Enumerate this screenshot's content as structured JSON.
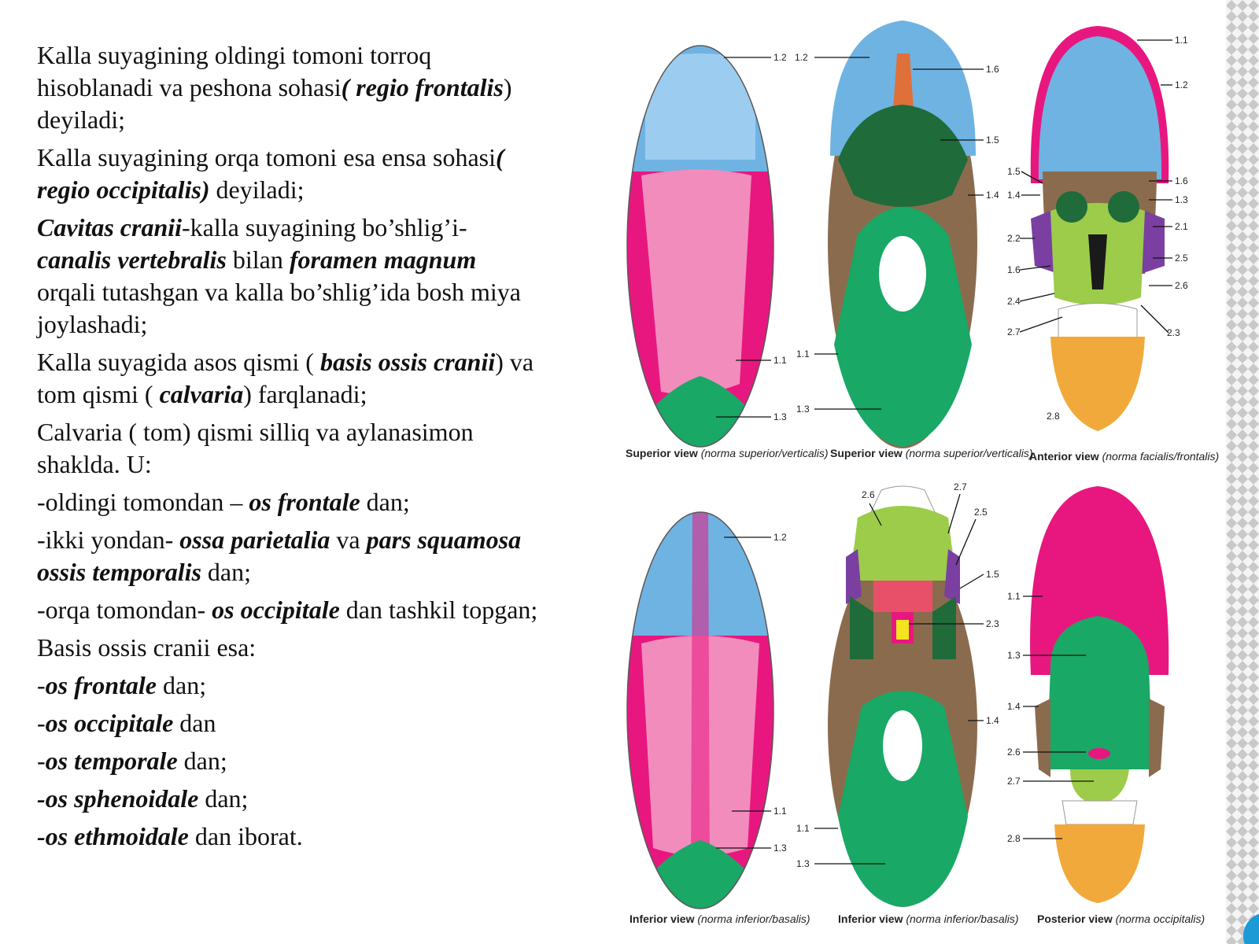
{
  "paragraphs": [
    [
      {
        "t": "Kalla suyagining oldingi tomoni torroq hisoblanadi va peshona sohasi"
      },
      {
        "t": "( regio frontalis",
        "b": true
      },
      {
        "t": ") deyiladi;"
      }
    ],
    [
      {
        "t": "Kalla suyagining orqa tomoni esa ensa sohasi"
      },
      {
        "t": "( regio occipitalis)",
        "b": true
      },
      {
        "t": " deyiladi;"
      }
    ],
    [
      {
        "t": "Cavitas cranii",
        "b": true
      },
      {
        "t": "-kalla suyagining bo’shlig’i- "
      },
      {
        "t": "canalis vertebralis",
        "b": true
      },
      {
        "t": " bilan "
      },
      {
        "t": "foramen magnum",
        "b": true
      },
      {
        "t": " orqali tutashgan va kalla bo’shlig’ida bosh miya joylashadi;"
      }
    ],
    [
      {
        "t": "Kalla suyagida asos qismi ( "
      },
      {
        "t": "basis ossis cranii",
        "b": true
      },
      {
        "t": ") va tom qismi ( "
      },
      {
        "t": "calvaria",
        "b": true
      },
      {
        "t": ") farqlanadi;"
      }
    ],
    [
      {
        "t": "Calvaria ( tom) qismi silliq va aylanasimon shaklda. U:"
      }
    ],
    [
      {
        "t": "-oldingi tomondan – "
      },
      {
        "t": "os frontale",
        "b": true
      },
      {
        "t": " dan;"
      }
    ],
    [
      {
        "t": "-ikki yondan- "
      },
      {
        "t": "ossa parietalia",
        "b": true
      },
      {
        "t": " va "
      },
      {
        "t": "pars squamosa ossis temporalis",
        "b": true
      },
      {
        "t": " dan;"
      }
    ],
    [
      {
        "t": "-orqa tomondan- "
      },
      {
        "t": "os occipitale",
        "b": true
      },
      {
        "t": " dan tashkil topgan;"
      }
    ],
    [
      {
        "t": "Basis ossis cranii esa:"
      }
    ],
    [
      {
        "t": "-"
      },
      {
        "t": "os frontale",
        "b": true
      },
      {
        "t": " dan;"
      }
    ],
    [
      {
        "t": "-"
      },
      {
        "t": "os occipitale",
        "b": true
      },
      {
        "t": " dan"
      }
    ],
    [
      {
        "t": "-"
      },
      {
        "t": "os temporale",
        "b": true
      },
      {
        "t": " dan;"
      }
    ],
    [
      {
        "t": "-os sphenoidale",
        "b": true
      },
      {
        "t": " dan;"
      }
    ],
    [
      {
        "t": "-os ethmoidale",
        "b": true
      },
      {
        "t": " dan iborat."
      }
    ]
  ],
  "figure": {
    "captions": {
      "sup1_main": "Superior view",
      "sup1_sub": "(norma superior/verticalis)",
      "sup2_main": "Superior view",
      "sup2_sub": "(norma superior/verticalis)",
      "ant_main": "Anterior view",
      "ant_sub": "(norma facialis/frontalis)",
      "inf1_main": "Inferior view",
      "inf1_sub": "(norma inferior/basalis)",
      "inf2_main": "Inferior view",
      "inf2_sub": "(norma inferior/basalis)",
      "post_main": "Posterior view",
      "post_sub": "(norma occipitalis)"
    },
    "labels": {
      "l1_2": "1.2",
      "l1_1": "1.1",
      "l1_3": "1.3",
      "l2_12": "1.2",
      "l2_16": "1.6",
      "l2_15": "1.5",
      "l2_14": "1.4",
      "l2_11": "1.1",
      "l2_13": "1.3",
      "l3_11": "1.1",
      "l3_12": "1.2",
      "l3_15": "1.5",
      "l3_14": "1.4",
      "l3_16a": "1.6",
      "l3_13": "1.3",
      "l3_22": "2.2",
      "l3_21": "2.1",
      "l3_16b": "1.6",
      "l3_25": "2.5",
      "l3_26": "2.6",
      "l3_24": "2.4",
      "l3_27": "2.7",
      "l3_23": "2.3",
      "l3_28": "2.8",
      "l4_12": "1.2",
      "l4_11": "1.1",
      "l4_13": "1.3",
      "l5_26": "2.6",
      "l5_27": "2.7",
      "l5_25": "2.5",
      "l5_15": "1.5",
      "l5_23": "2.3",
      "l5_14": "1.4",
      "l5_11": "1.1",
      "l5_13": "1.3",
      "l6_11": "1.1",
      "l6_13": "1.3",
      "l6_14": "1.4",
      "l6_26": "2.6",
      "l6_27": "2.7",
      "l6_28": "2.8"
    },
    "colors": {
      "frontal": "#6fb3e3",
      "frontal_light": "#9ccdf0",
      "parietal": "#e8177f",
      "parietal_light": "#f28cbd",
      "occipital": "#19a865",
      "temporal": "#8b6b4e",
      "sphenoid": "#1f6b3a",
      "maxilla": "#9ccc4a",
      "mandible": "#f2a93b",
      "zygomatic": "#7a3fa0",
      "palatine": "#e8506a",
      "vomer": "#f2e51e"
    }
  }
}
